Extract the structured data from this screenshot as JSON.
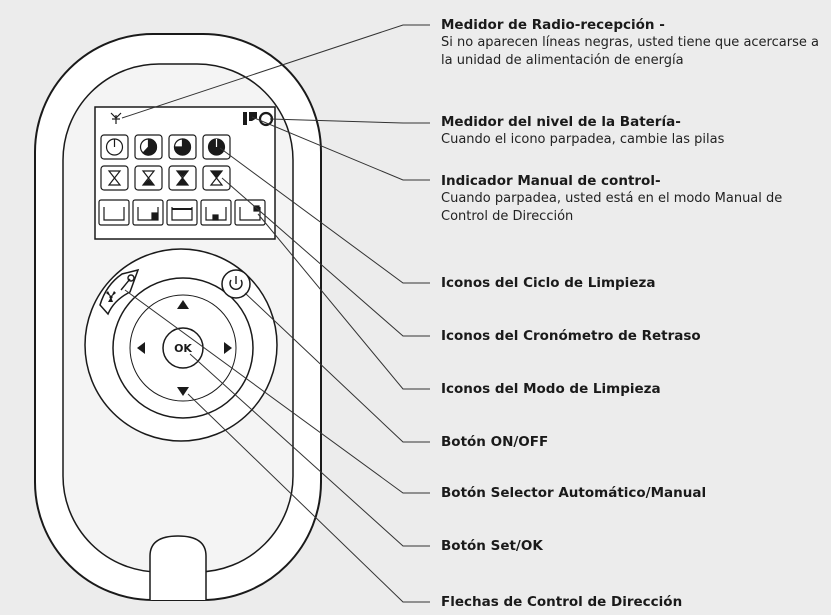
{
  "callouts": [
    {
      "title": "Medidor de Radio-recepción -",
      "desc": "Si no aparecen líneas negras, usted tiene que acercarse a la unidad de alimentación de energía"
    },
    {
      "title": "Medidor del nivel de la Batería-",
      "desc": "Cuando el icono parpadea, cambie las pilas"
    },
    {
      "title": "Indicador Manual de control-",
      "desc": "Cuando parpadea, usted está en el modo Manual de Control de Dirección"
    },
    {
      "title": "Iconos del Ciclo de Limpieza",
      "desc": ""
    },
    {
      "title": "Iconos del Cronómetro de Retraso",
      "desc": ""
    },
    {
      "title": "Iconos del Modo de Limpieza",
      "desc": ""
    },
    {
      "title": "Botón ON/OFF",
      "desc": ""
    },
    {
      "title": "Botón Selector Automático/Manual",
      "desc": ""
    },
    {
      "title": "Botón Set/OK",
      "desc": ""
    },
    {
      "title": "Flechas de Control de Dirección",
      "desc": ""
    }
  ],
  "remote": {
    "ok_label": "OK"
  }
}
